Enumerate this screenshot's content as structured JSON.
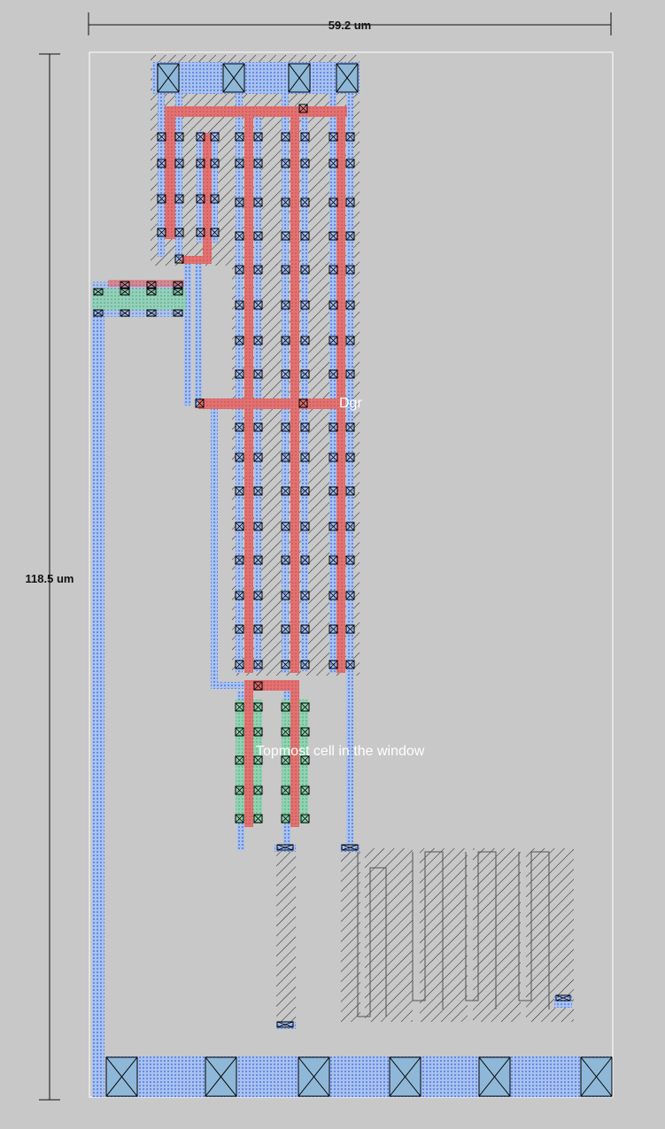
{
  "dimensions": {
    "width_label": "59.2 um",
    "height_label": "118.5 um"
  },
  "labels": {
    "net_label": "Dgr",
    "cell_label": "Topmost cell in the window"
  },
  "colors": {
    "background": "#c8c8c8",
    "cell_boundary": "#ffffff",
    "metal1": "#7ea6ea",
    "poly": "#e06060",
    "diffusion": "#60c090",
    "contact": "#000000",
    "well_hatch": "#333333"
  }
}
